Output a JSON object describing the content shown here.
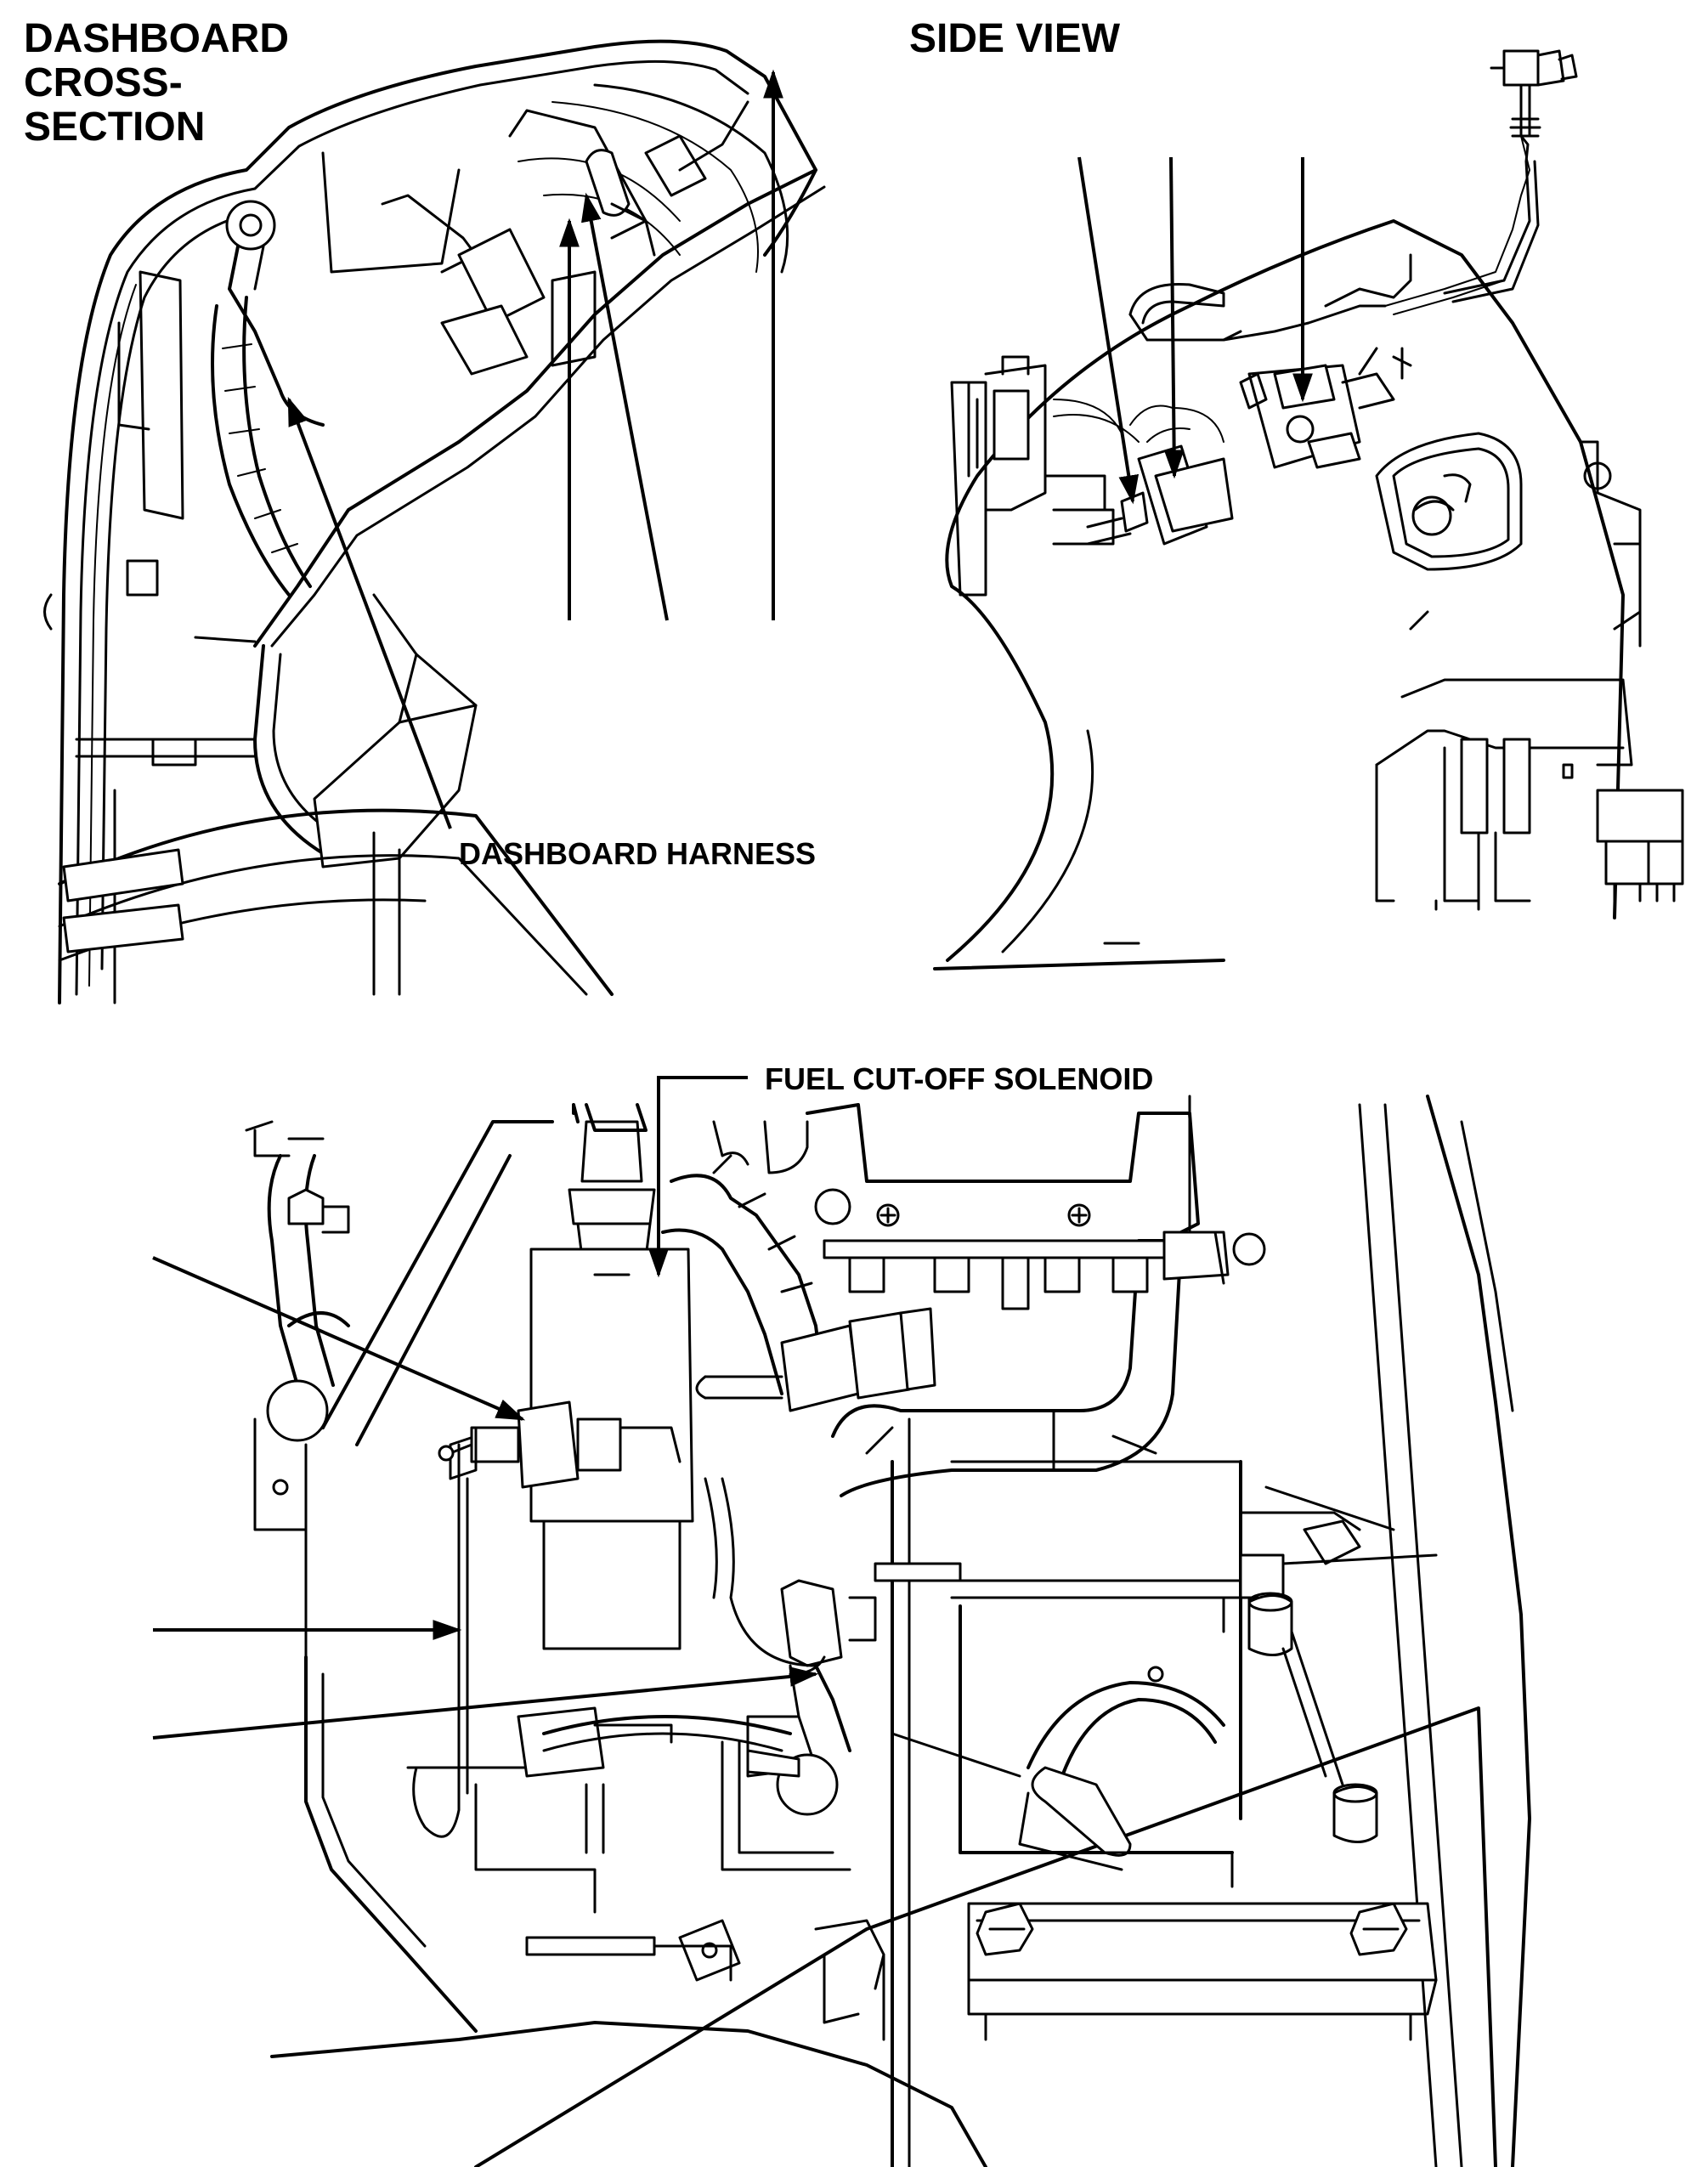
{
  "labels": {
    "dashboard_title_line1": "DASHBOARD",
    "dashboard_title_line2": "CROSS-",
    "dashboard_title_line3": "SECTION",
    "side_view_title": "SIDE VIEW",
    "dashboard_harness": "DASHBOARD HARNESS",
    "fuel_cutoff_solenoid": "FUEL CUT-OFF SOLENOID"
  },
  "colors": {
    "ink": "#000000",
    "paper": "#ffffff"
  }
}
